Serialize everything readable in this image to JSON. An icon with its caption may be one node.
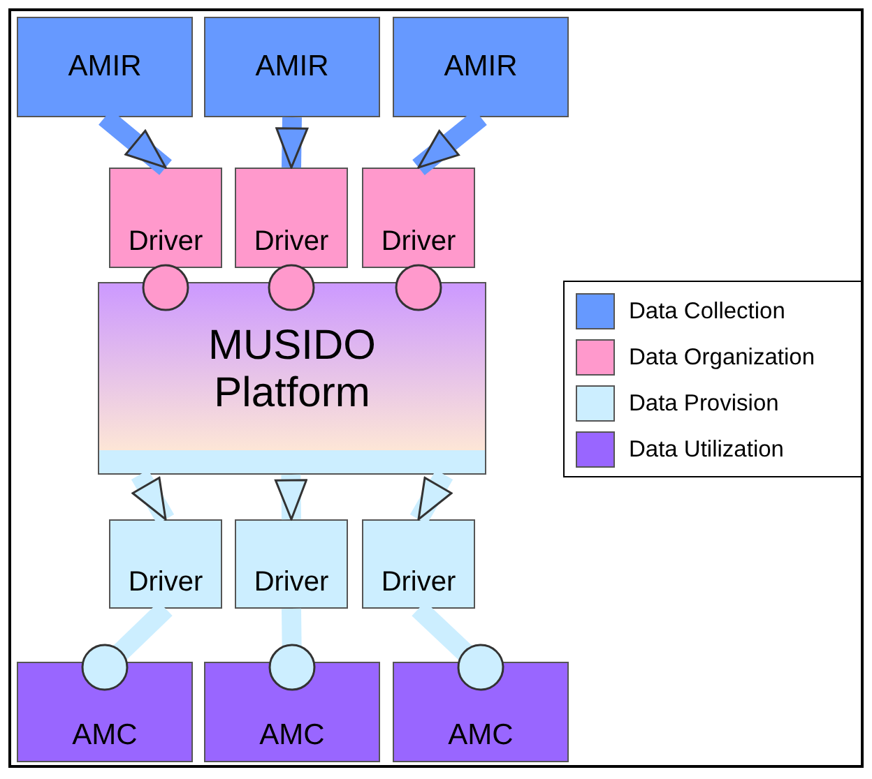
{
  "diagram": {
    "nodes": [
      {
        "text": [
          "AMIR"
        ]
      },
      {
        "text": [
          "AMIR"
        ]
      },
      {
        "text": [
          "AMIR"
        ]
      },
      {
        "text": [
          "Driver"
        ]
      },
      {
        "text": [
          "Driver"
        ]
      },
      {
        "text": [
          "Driver"
        ]
      },
      {
        "text": [
          "MUSIDO Platform"
        ]
      },
      {
        "text": [
          "Driver"
        ]
      },
      {
        "text": [
          "Driver"
        ]
      },
      {
        "text": [
          "Driver"
        ]
      },
      {
        "text": [
          "AMC"
        ]
      },
      {
        "text": [
          "AMC"
        ]
      },
      {
        "text": [
          "AMC"
        ]
      }
    ],
    "edges": [
      {
        "from": 0,
        "to": 3,
        "arrow": "to",
        "color": "#6699ff"
      },
      {
        "from": 1,
        "to": 4,
        "arrow": "to",
        "color": "#6699ff"
      },
      {
        "from": 2,
        "to": 5,
        "arrow": "to",
        "color": "#6699ff"
      },
      {
        "from": 3,
        "to": 6,
        "arrow": "other",
        "color": "#ff99cc"
      },
      {
        "from": 4,
        "to": 6,
        "arrow": "other",
        "color": "#ff99cc"
      },
      {
        "from": 5,
        "to": 6,
        "arrow": "other",
        "color": "#ff99cc"
      },
      {
        "from": 6,
        "to": 7,
        "arrow": "to",
        "color": "#cceeff"
      },
      {
        "from": 6,
        "to": 8,
        "arrow": "to",
        "color": "#cceeff"
      },
      {
        "from": 6,
        "to": 9,
        "arrow": "to",
        "color": "#cceeff"
      },
      {
        "from": 7,
        "to": 10,
        "arrow": "other",
        "color": "#cceeff"
      },
      {
        "from": 8,
        "to": 11,
        "arrow": "other",
        "color": "#cceeff"
      },
      {
        "from": 9,
        "to": 12,
        "arrow": "other",
        "color": "#cceeff"
      }
    ],
    "legend": [
      {
        "text": "Data Collection",
        "color": "#6699ff"
      },
      {
        "text": "Data Organization",
        "color": "#ff99cc"
      },
      {
        "text": "Data Provision",
        "color": "#cceeff"
      },
      {
        "text": "Data Utilization",
        "color": "#9966ff"
      }
    ]
  }
}
